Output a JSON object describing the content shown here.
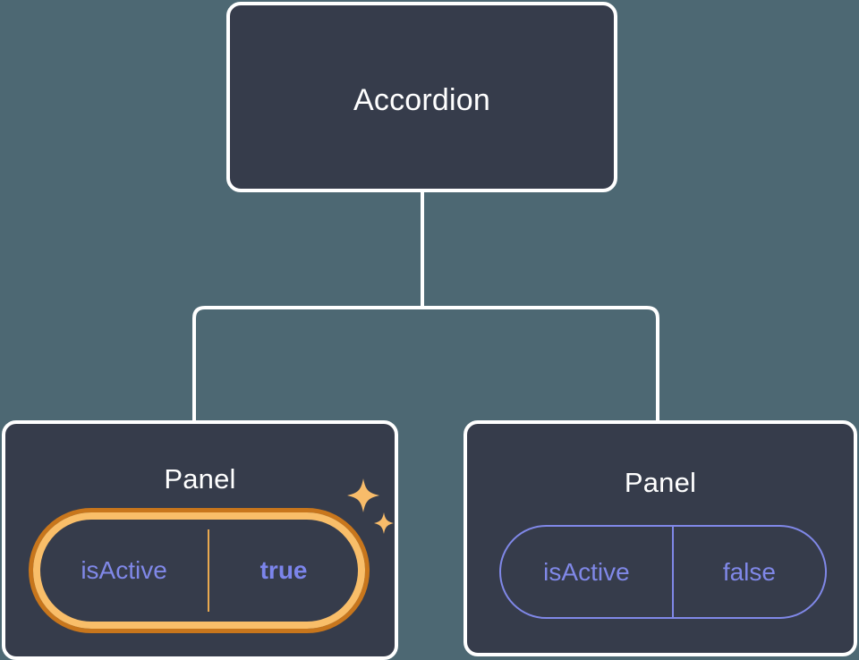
{
  "canvas": {
    "background_color": "#4d6873",
    "node_fill_color": "#363c4b",
    "node_border_color": "#ffffff",
    "connector_color": "#ffffff",
    "highlight_outer_color": "#c8761c",
    "highlight_inner_color": "#f9be69",
    "prop_text_color": "#8088e8",
    "sparkle_color": "#f8bc6a"
  },
  "tree": {
    "root": {
      "label": "Accordion"
    },
    "children": [
      {
        "label": "Panel",
        "highlighted": true,
        "prop": {
          "key": "isActive",
          "value": "true"
        }
      },
      {
        "label": "Panel",
        "highlighted": false,
        "prop": {
          "key": "isActive",
          "value": "false"
        }
      }
    ]
  },
  "decorations": {
    "sparkle_large": "sparkle-star-icon",
    "sparkle_small": "sparkle-star-icon"
  }
}
